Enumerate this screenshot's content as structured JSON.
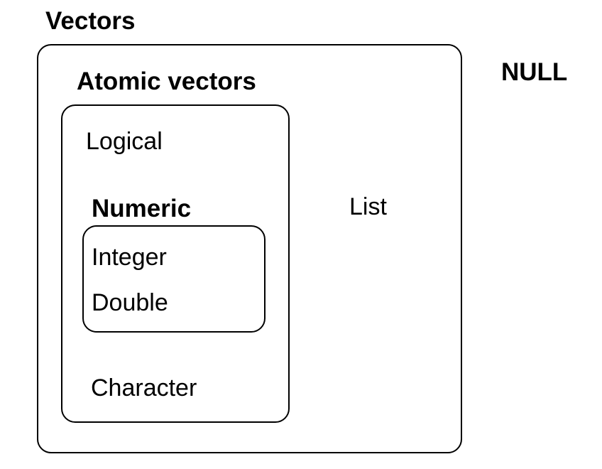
{
  "diagram": {
    "vectors": "Vectors",
    "null": "NULL",
    "atomic_vectors": "Atomic vectors",
    "logical": "Logical",
    "numeric": "Numeric",
    "integer": "Integer",
    "double": "Double",
    "character": "Character",
    "list": "List"
  }
}
